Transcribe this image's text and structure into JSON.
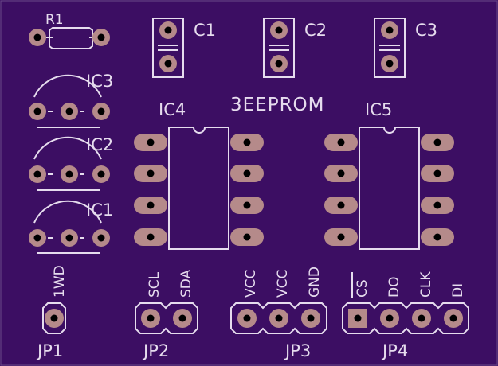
{
  "board": {
    "background": "#3c0e63",
    "silkscreen_color": "#e6dcee",
    "pad_color": "#b58a8a",
    "title": "3EEPROM"
  },
  "components": {
    "r1": "R1",
    "c1": "C1",
    "c2": "C2",
    "c3": "C3",
    "ic1": "IC1",
    "ic2": "IC2",
    "ic3": "IC3",
    "ic4": "IC4",
    "ic5": "IC5"
  },
  "headers": {
    "jp1": {
      "name": "JP1",
      "pins": [
        "1WD"
      ]
    },
    "jp2": {
      "name": "JP2",
      "pins": [
        "SCL",
        "SDA"
      ]
    },
    "jp3": {
      "name": "JP3",
      "pins": [
        "VCC",
        "VCC",
        "GND"
      ]
    },
    "jp4": {
      "name": "JP4",
      "pins": [
        "CS",
        "DO",
        "CLK",
        "DI"
      ]
    }
  }
}
